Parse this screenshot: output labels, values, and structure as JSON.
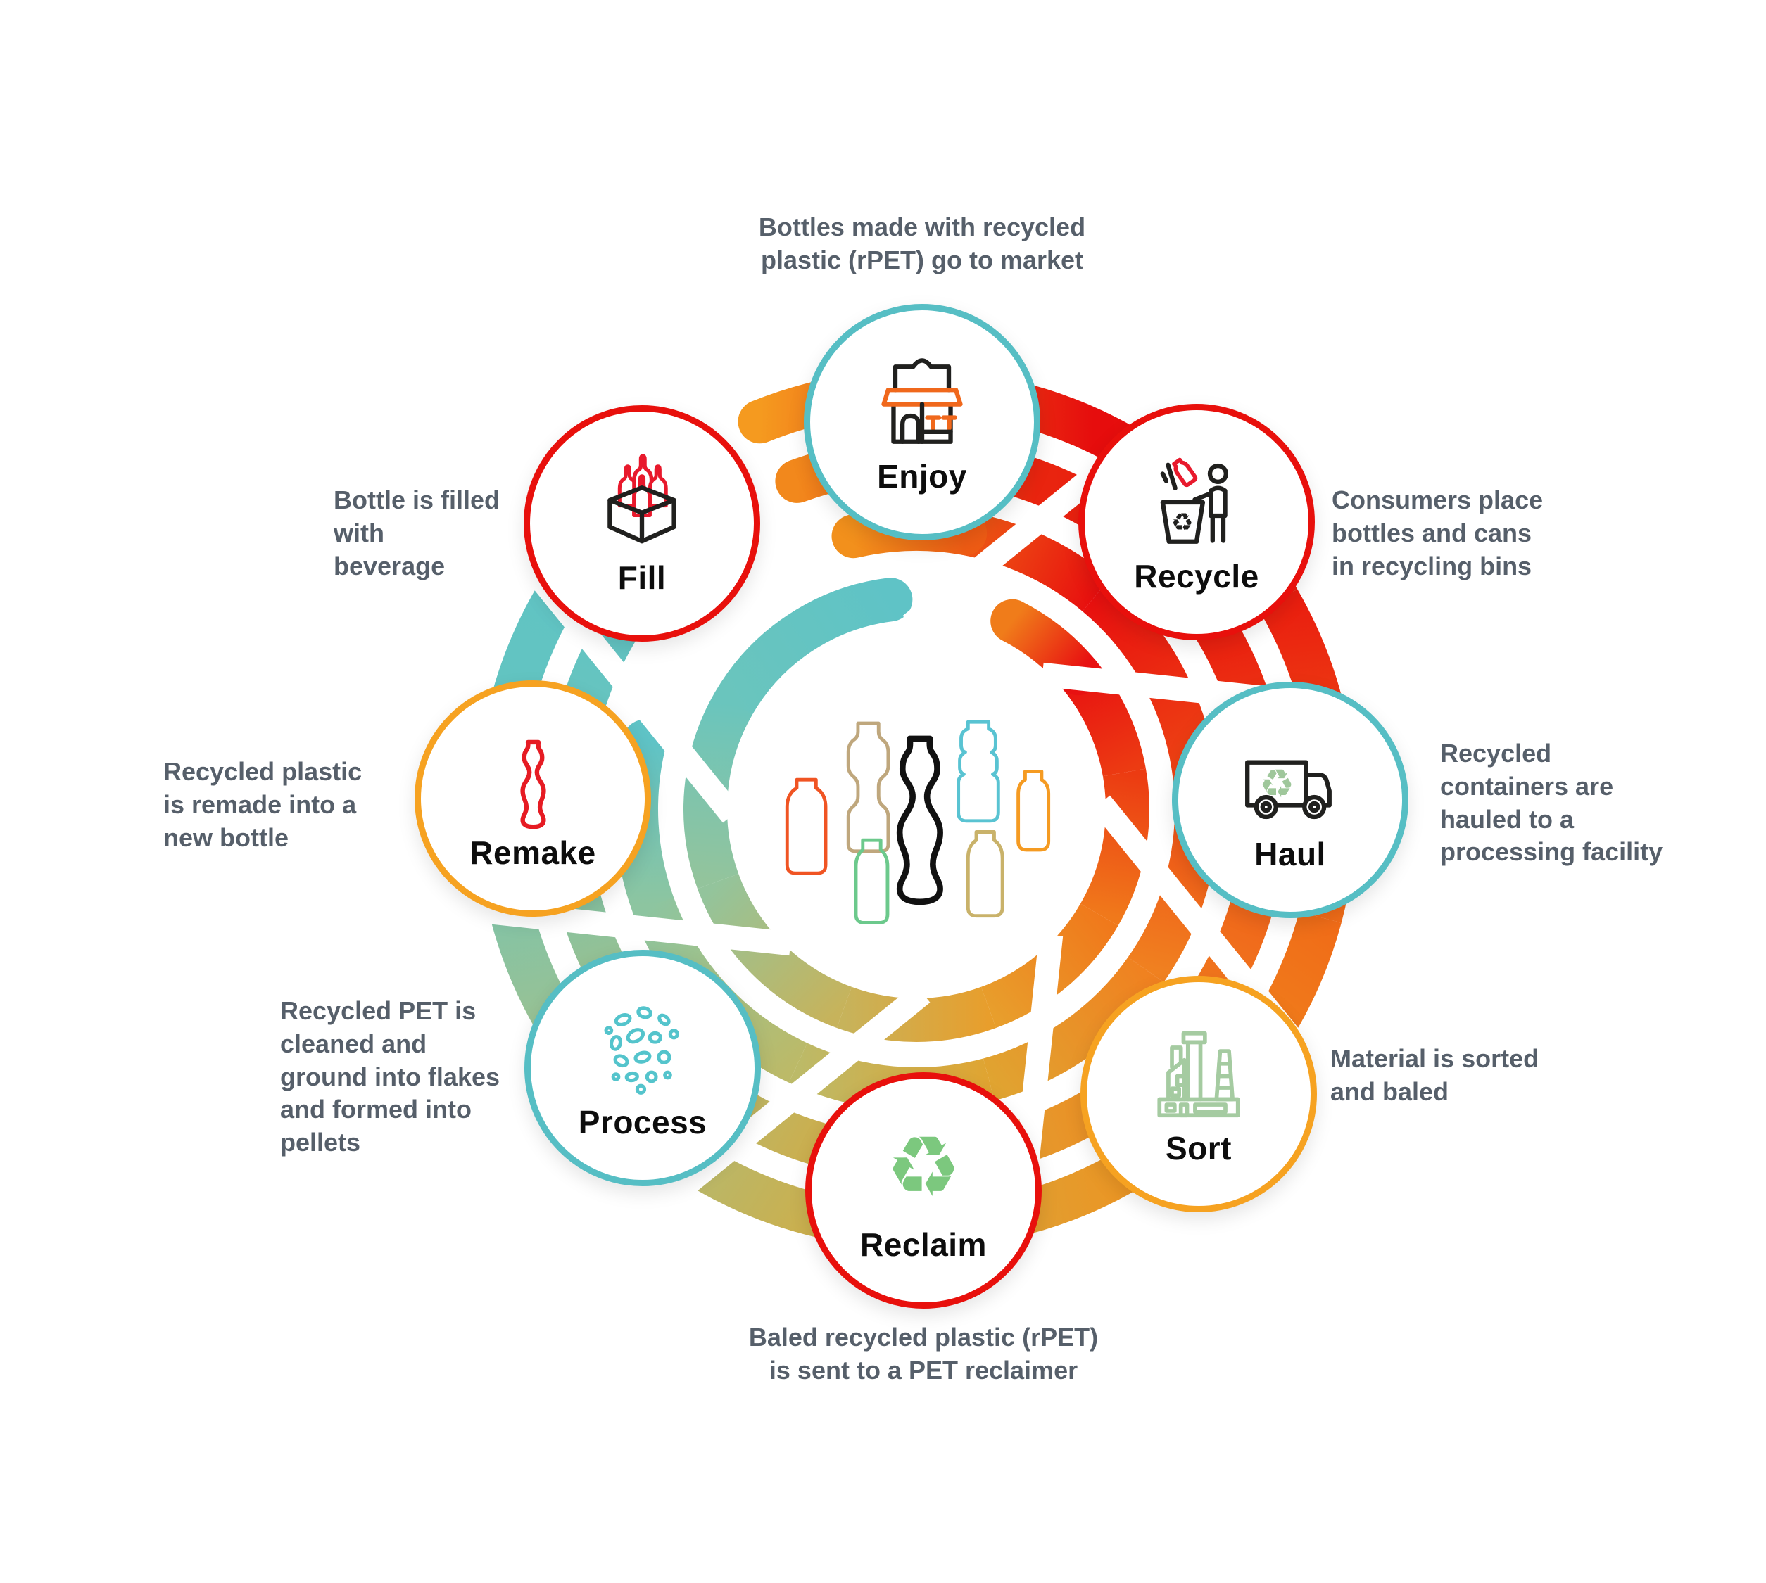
{
  "diagram_title": "",
  "colors": {
    "teal": "#56bec4",
    "red": "#e8100c",
    "orange": "#f6a221",
    "annotation_text": "#565f6a",
    "label_text": "#0d0d0d",
    "icon_green": "#a5cba1",
    "icon_recycle_green": "#7cc87e",
    "icon_teal": "#54c4cc",
    "icon_red": "#e8192c",
    "icon_orange": "#f0681c",
    "icon_black": "#20201e"
  },
  "nodes": [
    {
      "id": "enjoy",
      "label": "Enjoy",
      "description": "Bottles made with recycled\nplastic (rPET) go to market",
      "border_color": "teal",
      "icon": "storefront-icon"
    },
    {
      "id": "recycle",
      "label": "Recycle",
      "description": "Consumers place\nbottles and cans\nin recycling bins",
      "border_color": "red",
      "icon": "person-recycling-bin-icon"
    },
    {
      "id": "haul",
      "label": "Haul",
      "description": "Recycled\ncontainers are\nhauled to a\nprocessing facility",
      "border_color": "teal",
      "icon": "recycling-truck-icon"
    },
    {
      "id": "sort",
      "label": "Sort",
      "description": "Material is sorted\nand baled",
      "border_color": "orange",
      "icon": "factory-icon"
    },
    {
      "id": "reclaim",
      "label": "Reclaim",
      "description": "Baled recycled plastic (rPET)\nis sent to a PET reclaimer",
      "border_color": "red",
      "icon": "recycling-symbol-icon"
    },
    {
      "id": "process",
      "label": "Process",
      "description": "Recycled PET is\ncleaned and\nground into flakes\nand formed into\npellets",
      "border_color": "teal",
      "icon": "flakes-pellets-icon"
    },
    {
      "id": "remake",
      "label": "Remake",
      "description": "Recycled plastic\nis remade into a\nnew bottle",
      "border_color": "orange",
      "icon": "contour-bottle-icon"
    },
    {
      "id": "fill",
      "label": "Fill",
      "description": "Bottle is filled\nwith\nbeverage",
      "border_color": "red",
      "icon": "bottle-crate-icon"
    }
  ],
  "center_bottles": [
    "orange-red-bottle",
    "tan-bottle",
    "black-contour-bottle",
    "teal-water-bottle",
    "orange-bottle",
    "green-bottle",
    "gold-bottle"
  ],
  "ring_gradients": [
    [
      [
        97,
        "#5fc3c6"
      ],
      [
        150,
        "#6ac5bd"
      ],
      [
        200,
        "#93c49c"
      ],
      [
        250,
        "#c7b35b"
      ],
      [
        290,
        "#e89e2c"
      ],
      [
        330,
        "#f0791b"
      ],
      [
        370,
        "#ec3b12"
      ],
      [
        400,
        "#e81111"
      ],
      [
        423,
        "#f07c1a"
      ]
    ],
    [
      [
        166,
        "#5fc3c6"
      ],
      [
        200,
        "#8dc5a0"
      ],
      [
        245,
        "#bcba68"
      ],
      [
        285,
        "#e0a431"
      ],
      [
        325,
        "#f08120"
      ],
      [
        365,
        "#ee4814"
      ],
      [
        410,
        "#e80f0f"
      ],
      [
        440,
        "#ee5b14"
      ],
      [
        463,
        "#f2901c"
      ]
    ],
    [
      [
        140,
        "#5fc3c6"
      ],
      [
        175,
        "#6bc5bb"
      ],
      [
        220,
        "#a8bf82"
      ],
      [
        265,
        "#d8a93c"
      ],
      [
        310,
        "#f08a1f"
      ],
      [
        350,
        "#f0601a"
      ],
      [
        395,
        "#e9170e"
      ],
      [
        430,
        "#e9240f"
      ],
      [
        470,
        "#f2881c"
      ]
    ],
    [
      [
        132,
        "#5fc3c6"
      ],
      [
        170,
        "#63c4c0"
      ],
      [
        215,
        "#9fc28f"
      ],
      [
        260,
        "#cfae48"
      ],
      [
        305,
        "#ef921f"
      ],
      [
        345,
        "#f06c18"
      ],
      [
        390,
        "#ea1d0f"
      ],
      [
        425,
        "#e60d0d"
      ],
      [
        472,
        "#f59a1f"
      ]
    ]
  ]
}
